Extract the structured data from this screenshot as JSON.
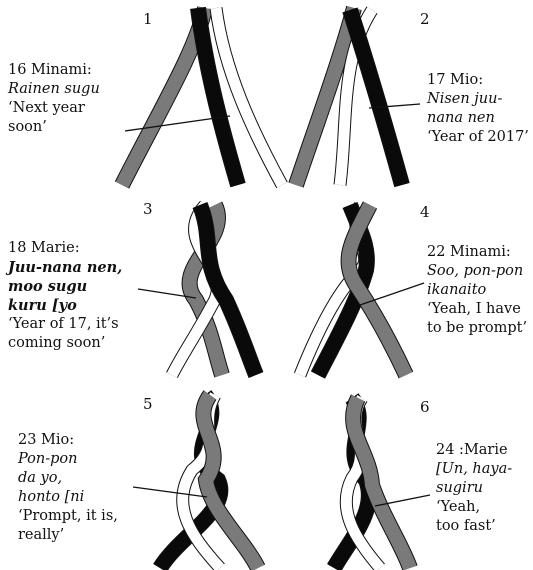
{
  "panels": [
    {
      "number": "1",
      "speaker": "16 Minami:",
      "japanese": "Rainen sugu",
      "gloss": "‘Next year\nsoon’",
      "japanese_bold": false,
      "strands": [
        "gray",
        "black",
        "white"
      ]
    },
    {
      "number": "2",
      "speaker": "17 Mio:",
      "japanese": "Nisen juu-\nnana nen",
      "gloss": "‘Year of 2017’",
      "japanese_bold": false,
      "strands": [
        "gray",
        "white",
        "black"
      ]
    },
    {
      "number": "3",
      "speaker": "18 Marie:",
      "japanese": "Juu-nana nen,\nmoo sugu\nkuru [yo",
      "gloss": "‘Year of 17, it’s\ncoming soon’",
      "japanese_bold": true,
      "strands": [
        "gray",
        "white",
        "black"
      ]
    },
    {
      "number": "4",
      "speaker": "22 Minami:",
      "japanese": "Soo, pon-pon\nikanaito",
      "gloss": "‘Yeah, I have\nto be prompt’",
      "japanese_bold": false,
      "strands": [
        "white",
        "black",
        "gray"
      ]
    },
    {
      "number": "5",
      "speaker": "23 Mio:",
      "japanese": "Pon-pon\nda yo,\nhonto [ni",
      "gloss": "‘Prompt, it is,\nreally’",
      "japanese_bold": false,
      "strands": [
        "black",
        "white",
        "gray"
      ]
    },
    {
      "number": "6",
      "speaker": "24 :Marie",
      "japanese": "[Un, haya-\nsugiru",
      "gloss": "‘Yeah,\ntoo fast’",
      "japanese_bold": false,
      "strands": [
        "black",
        "white",
        "gray"
      ]
    }
  ],
  "colors": {
    "gray": "#7a7a7a",
    "black": "#0a0a0a",
    "white": "#ffffff",
    "outline": "#111111"
  }
}
